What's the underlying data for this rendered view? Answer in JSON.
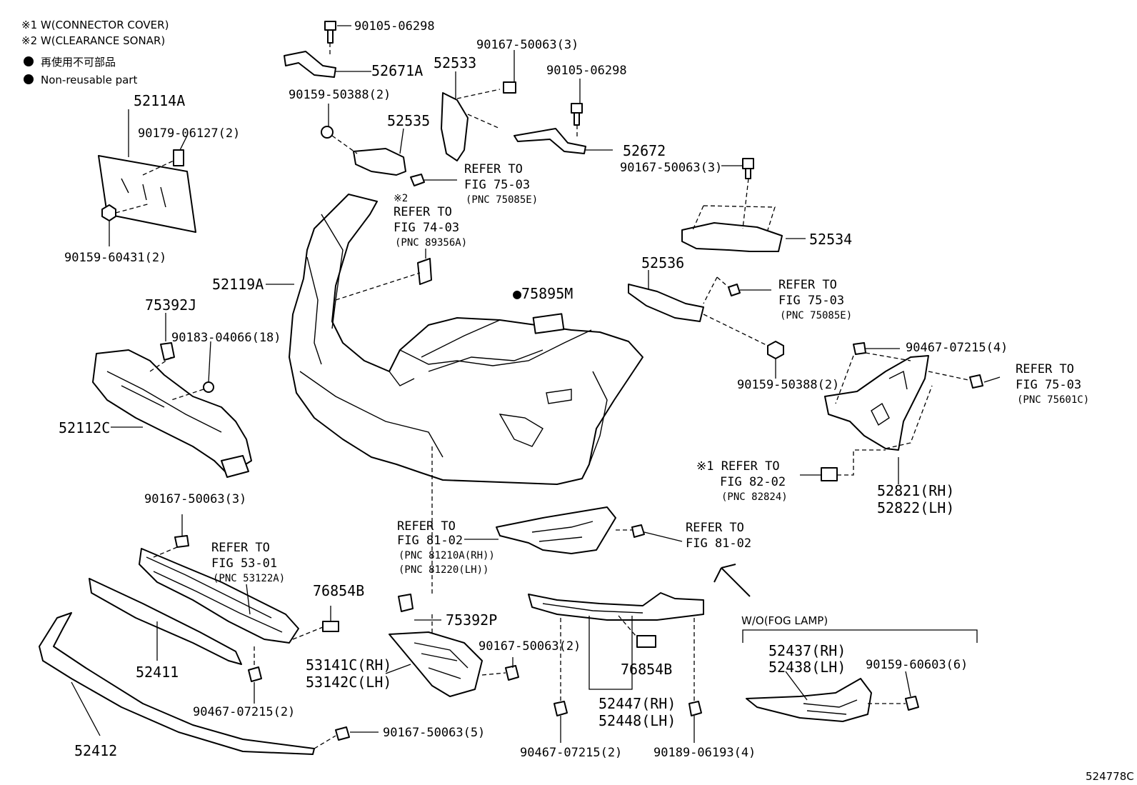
{
  "legend": {
    "note1": "※1 W(CONNECTOR COVER)",
    "note2": "※2 W(CLEARANCE SONAR)",
    "nonreusable_jp": "再使用不可部品",
    "nonreusable_en": "Non-reusable part"
  },
  "parts": {
    "p90105_06298_a": "90105-06298",
    "p52671A": "52671A",
    "p90167_50063_3_a": "90167-50063(3)",
    "p52533": "52533",
    "p90105_06298_b": "90105-06298",
    "p52114A": "52114A",
    "p90179_06127": "90179-06127(2)",
    "p90159_50388_2_a": "90159-50388(2)",
    "p52535": "52535",
    "p52672": "52672",
    "p90167_50063_3_b": "90167-50063(3)",
    "p90159_60431": "90159-60431(2)",
    "p52534": "52534",
    "p52119A": "52119A",
    "p75895M": "●75895M",
    "p52536": "52536",
    "p75392J": "75392J",
    "p90183_04066": "90183-04066(18)",
    "p90467_07215_4": "90467-07215(4)",
    "p90159_50388_2_b": "90159-50388(2)",
    "p52112C": "52112C",
    "p52821": "52821(RH)",
    "p52822": "52822(LH)",
    "p90167_50063_3_c": "90167-50063(3)",
    "p76854B_a": "76854B",
    "p75392P": "75392P",
    "p52411": "52411",
    "p53141C": "53141C(RH)",
    "p53142C": "53142C(LH)",
    "p90167_50063_2": "90167-50063(2)",
    "p76854B_b": "76854B",
    "p52447": "52447(RH)",
    "p52448": "52448(LH)",
    "p90467_07215_2_a": "90467-07215(2)",
    "p52412": "52412",
    "p90167_50063_5": "90167-50063(5)",
    "p90467_07215_2_b": "90467-07215(2)",
    "p90189_06193": "90189-06193(4)",
    "p52437": "52437(RH)",
    "p52438": "52438(LH)",
    "p90159_60603": "90159-60603(6)",
    "wo_fog": "W/O(FOG LAMP)"
  },
  "refs": {
    "r1": {
      "a": "REFER TO",
      "b": "FIG 75-03",
      "c": "(PNC 75085E)"
    },
    "r2": {
      "mark": "※2",
      "a": "REFER TO",
      "b": "FIG 74-03",
      "c": "(PNC 89356A)"
    },
    "r3": {
      "a": "REFER TO",
      "b": "FIG 75-03",
      "c": "(PNC 75085E)"
    },
    "r4": {
      "a": "REFER TO",
      "b": "FIG 75-03",
      "c": "(PNC 75601C)"
    },
    "r5": {
      "a": "※1 REFER TO",
      "b": "FIG 82-02",
      "c": "(PNC 82824)"
    },
    "r6": {
      "a": "REFER TO",
      "b": "FIG 81-02",
      "c": "(PNC 81210A(RH))",
      "d": "(PNC 81220(LH))"
    },
    "r7": {
      "a": "REFER TO",
      "b": "FIG 81-02"
    },
    "r8": {
      "a": "REFER TO",
      "b": "FIG 53-01",
      "c": "(PNC 53122A)"
    }
  },
  "figure_id": "524778C"
}
